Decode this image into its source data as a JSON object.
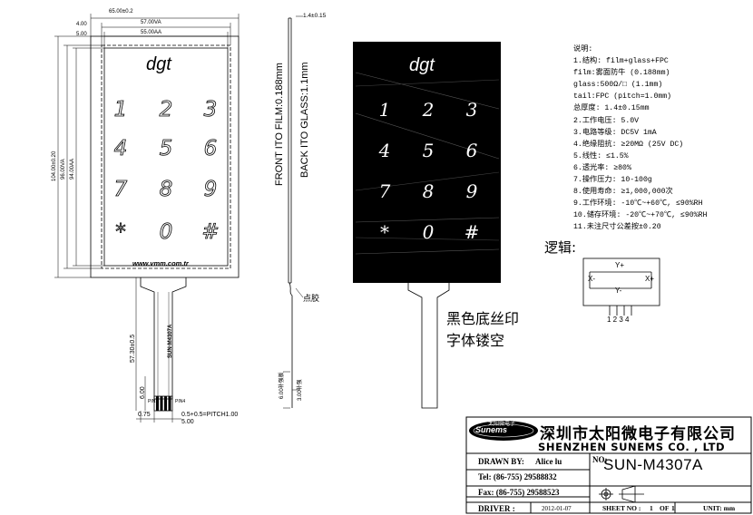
{
  "drawing": {
    "dims": {
      "w_total": "65.00±0.2",
      "w_57": "57.00VA",
      "w_55": "55.00AA",
      "off_4": "4.00",
      "off_5": "5.00",
      "h_total": "104.00±0.20",
      "h_96": "96.00VA",
      "h_94": "94.00AA",
      "tail_len": "57.30±0.5",
      "tail_6": "6.00",
      "pitch": "0.5+0.5=PITCH1.00",
      "tail_075": "0.75",
      "tail_5": "5.00",
      "thk": "1.4±0.15",
      "side_6": "6.00补强板",
      "side_3": "3.00补强"
    },
    "keypad": {
      "brand": "dgt",
      "keys": [
        "1",
        "2",
        "3",
        "4",
        "5",
        "6",
        "7",
        "8",
        "9",
        "*",
        "0",
        "#"
      ],
      "url": "www.vmm.com.tr",
      "pin1": "PIN1",
      "pin4": "PIN4",
      "tail_mark": "SUN-M4307A"
    },
    "side": {
      "front": "FRONT ITO FILM:0.188mm",
      "back": "BACK ITO GLASS:1.1mm",
      "glue": "点胶"
    }
  },
  "notes": {
    "title": "说明:",
    "lines": [
      "1.结构: film+glass+FPC",
      "   film:雾面防牛 (0.188mm)",
      "   glass:500Ω/□ (1.1mm)",
      "   tail:FPC (pitch=1.0mm)",
      "   总厚度: 1.4±0.15mm",
      "2.工作电压: 5.0V",
      "3.电路等级: DC5V 1mA",
      "4.绝缘阻抗: ≥20MΩ (25V DC)",
      "5.线性: ≤1.5%",
      "6.透光率: ≥80%",
      "7.操作压力: 10-100g",
      "8.使用寿命: ≥1,000,000次",
      "9.工作环境: -10℃~+60℃, ≤90%RH",
      "10.储存环境: -20℃~+70℃, ≤90%RH",
      "11.未注尺寸公差按±0.20"
    ]
  },
  "logic": {
    "title": "逻辑:",
    "yplus": "Y+",
    "yminus": "Y-",
    "xminus": "X-",
    "xplus": "X+",
    "pins": "1 2 3 4"
  },
  "hollow_note": [
    "黑色底丝印",
    "字体镂空"
  ],
  "title_block": {
    "logo": "太阳微电子",
    "logo_en": "Sunems",
    "company_cn": "深圳市太阳微电子有限公司",
    "company_en": "SHENZHEN SUNEMS CO. , LTD",
    "drawn_by_label": "DRAWN  BY:",
    "drawn_by": "Alice lu",
    "tel": "Tel: (86-755) 29588832",
    "fax": "Fax: (86-755) 29588523",
    "driver_label": "DRIVER :",
    "date": "2012-01-07",
    "no_label": "NO:",
    "model": "SUN-M4307A",
    "sheet_label": "SHEET  NO :",
    "sheet_no": "1",
    "of_label": "OF",
    "of_no": "1",
    "unit_label": "UNIT: mm"
  }
}
